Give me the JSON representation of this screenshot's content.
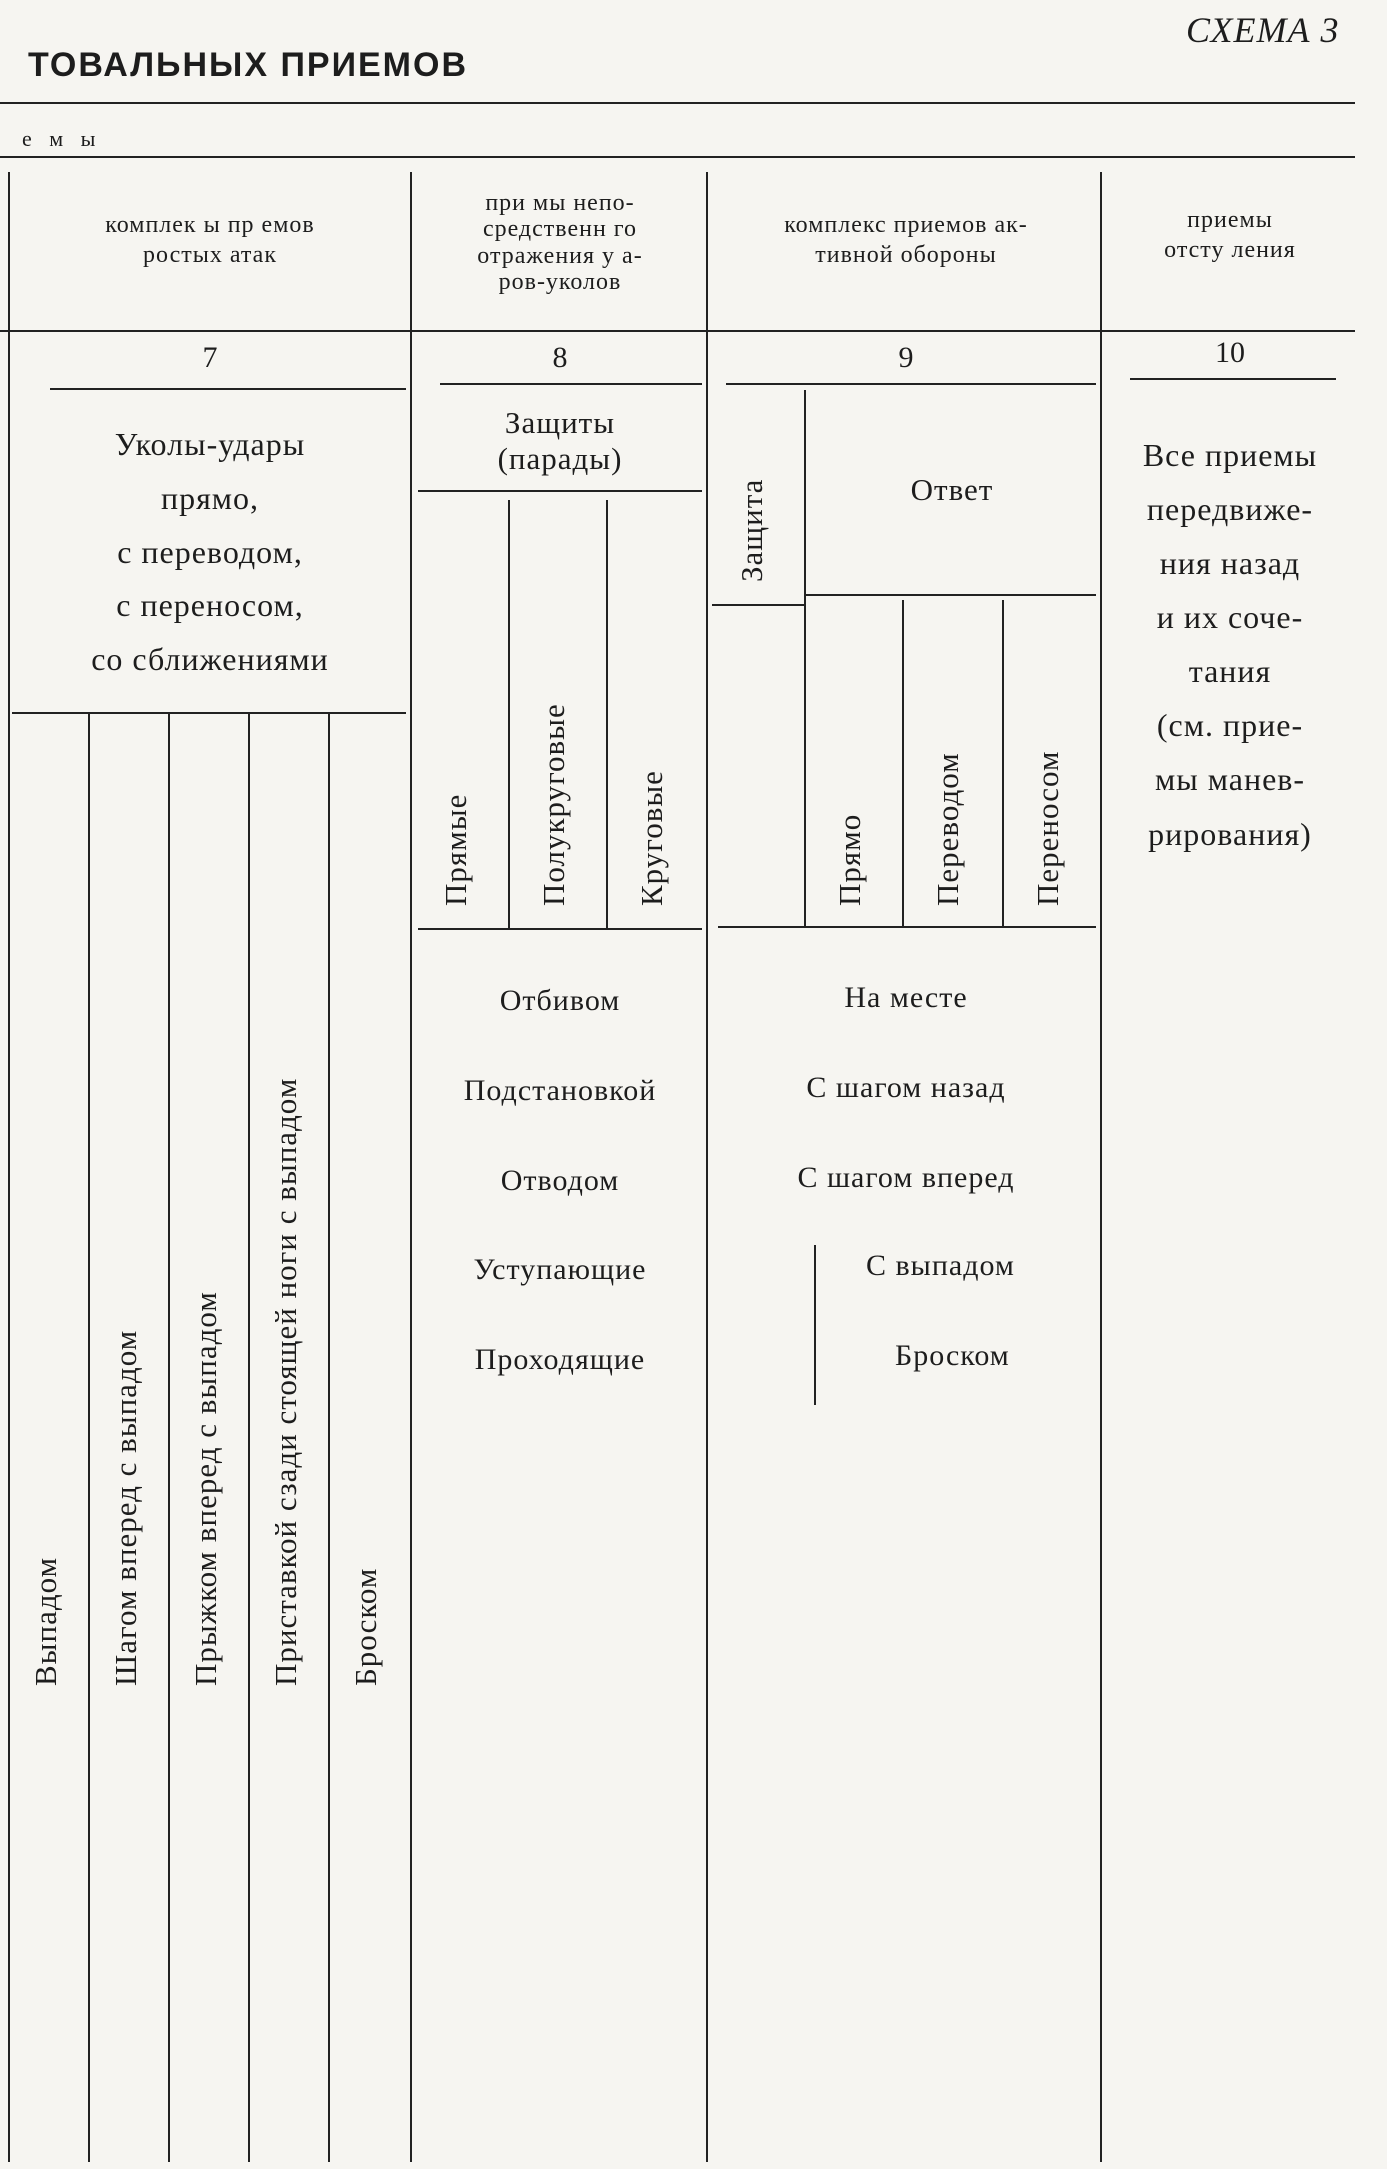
{
  "page": {
    "schema_label": "СХЕМА 3",
    "title": "ТОВАЛЬНЫХ ПРИЕМОВ",
    "subtitle": "е м ы"
  },
  "columns": [
    {
      "header_line1": "комплек ы пр емов",
      "header_line2": "ростых атак",
      "number": "7",
      "group_line1": "Уколы-удары",
      "group_line2": "прямо,",
      "group_line3": "с переводом,",
      "group_line4": "с переносом,",
      "group_line5": "со сближениями",
      "subitems": [
        "Выпадом",
        "Шагом вперед с выпадом",
        "Прыжком вперед с выпадом",
        "Приставкой сзади стоящей ноги с выпадом",
        "Броском"
      ]
    },
    {
      "header_line1": "при мы непо-",
      "header_line2": "средственн го",
      "header_line3": "отражения у а-",
      "header_line4": "ров-уколов",
      "number": "8",
      "group_line1": "Защиты",
      "group_line2": "(парады)",
      "subitems": [
        "Прямые",
        "Полукруговые",
        "Круговые"
      ],
      "methods": [
        "Отбивом",
        "Подстановкой",
        "Отводом",
        "Уступающие",
        "Проходящие"
      ]
    },
    {
      "header_line1": "комплекс приемов ак-",
      "header_line2": "тивной обороны",
      "number": "9",
      "defense_label": "Защита",
      "answer_label": "Ответ",
      "answer_subitems": [
        "Прямо",
        "Переводом",
        "Переносом"
      ],
      "methods": [
        "На месте",
        "С шагом назад",
        "С шагом вперед",
        "С выпадом",
        "Броском"
      ]
    },
    {
      "header_line1": "приемы",
      "header_line2": "отсту ления",
      "number": "10",
      "text_lines": [
        "Все приемы",
        "передвиже-",
        "ния назад",
        "и их соче-",
        "тания",
        "(см. прие-",
        "мы манев-",
        "рирования)"
      ]
    }
  ]
}
